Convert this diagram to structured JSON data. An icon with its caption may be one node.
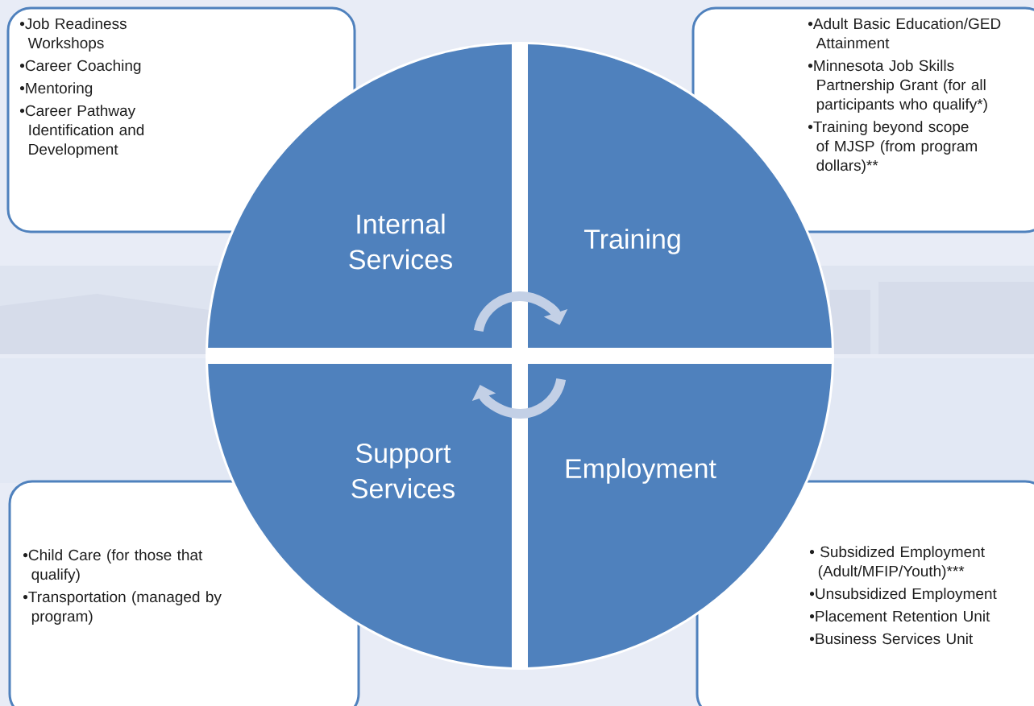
{
  "diagram": {
    "nodes": [
      {
        "text": [
          "•Job Readiness Workshops",
          "•Career Coaching",
          "•Mentoring",
          "•Career Pathway Identification and Development"
        ]
      },
      {
        "text": [
          "•Adult Basic Education/GED Attainment",
          "•Minnesota Job Skills Partnership Grant (for all participants who qualify*)",
          "•Training beyond scope of MJSP (from program dollars)**"
        ]
      },
      {
        "text": [
          "Internal Services"
        ]
      },
      {
        "text": [
          "Training"
        ]
      },
      {
        "text": [
          "Support Services"
        ]
      },
      {
        "text": [
          "Employment"
        ]
      },
      {
        "text": [
          "•Child Care (for those that qualify)",
          "•Transportation (managed by program)"
        ]
      },
      {
        "text": [
          "• Subsidized Employment (Adult/MFIP/Youth)***",
          "•Unsubsidized Employment",
          "•Placement Retention Unit",
          "•Business Services Unit"
        ]
      }
    ],
    "edges": [
      {
        "from": 2,
        "to": 3,
        "arrow": "to"
      },
      {
        "from": 5,
        "to": 4,
        "arrow": "to"
      }
    ]
  }
}
